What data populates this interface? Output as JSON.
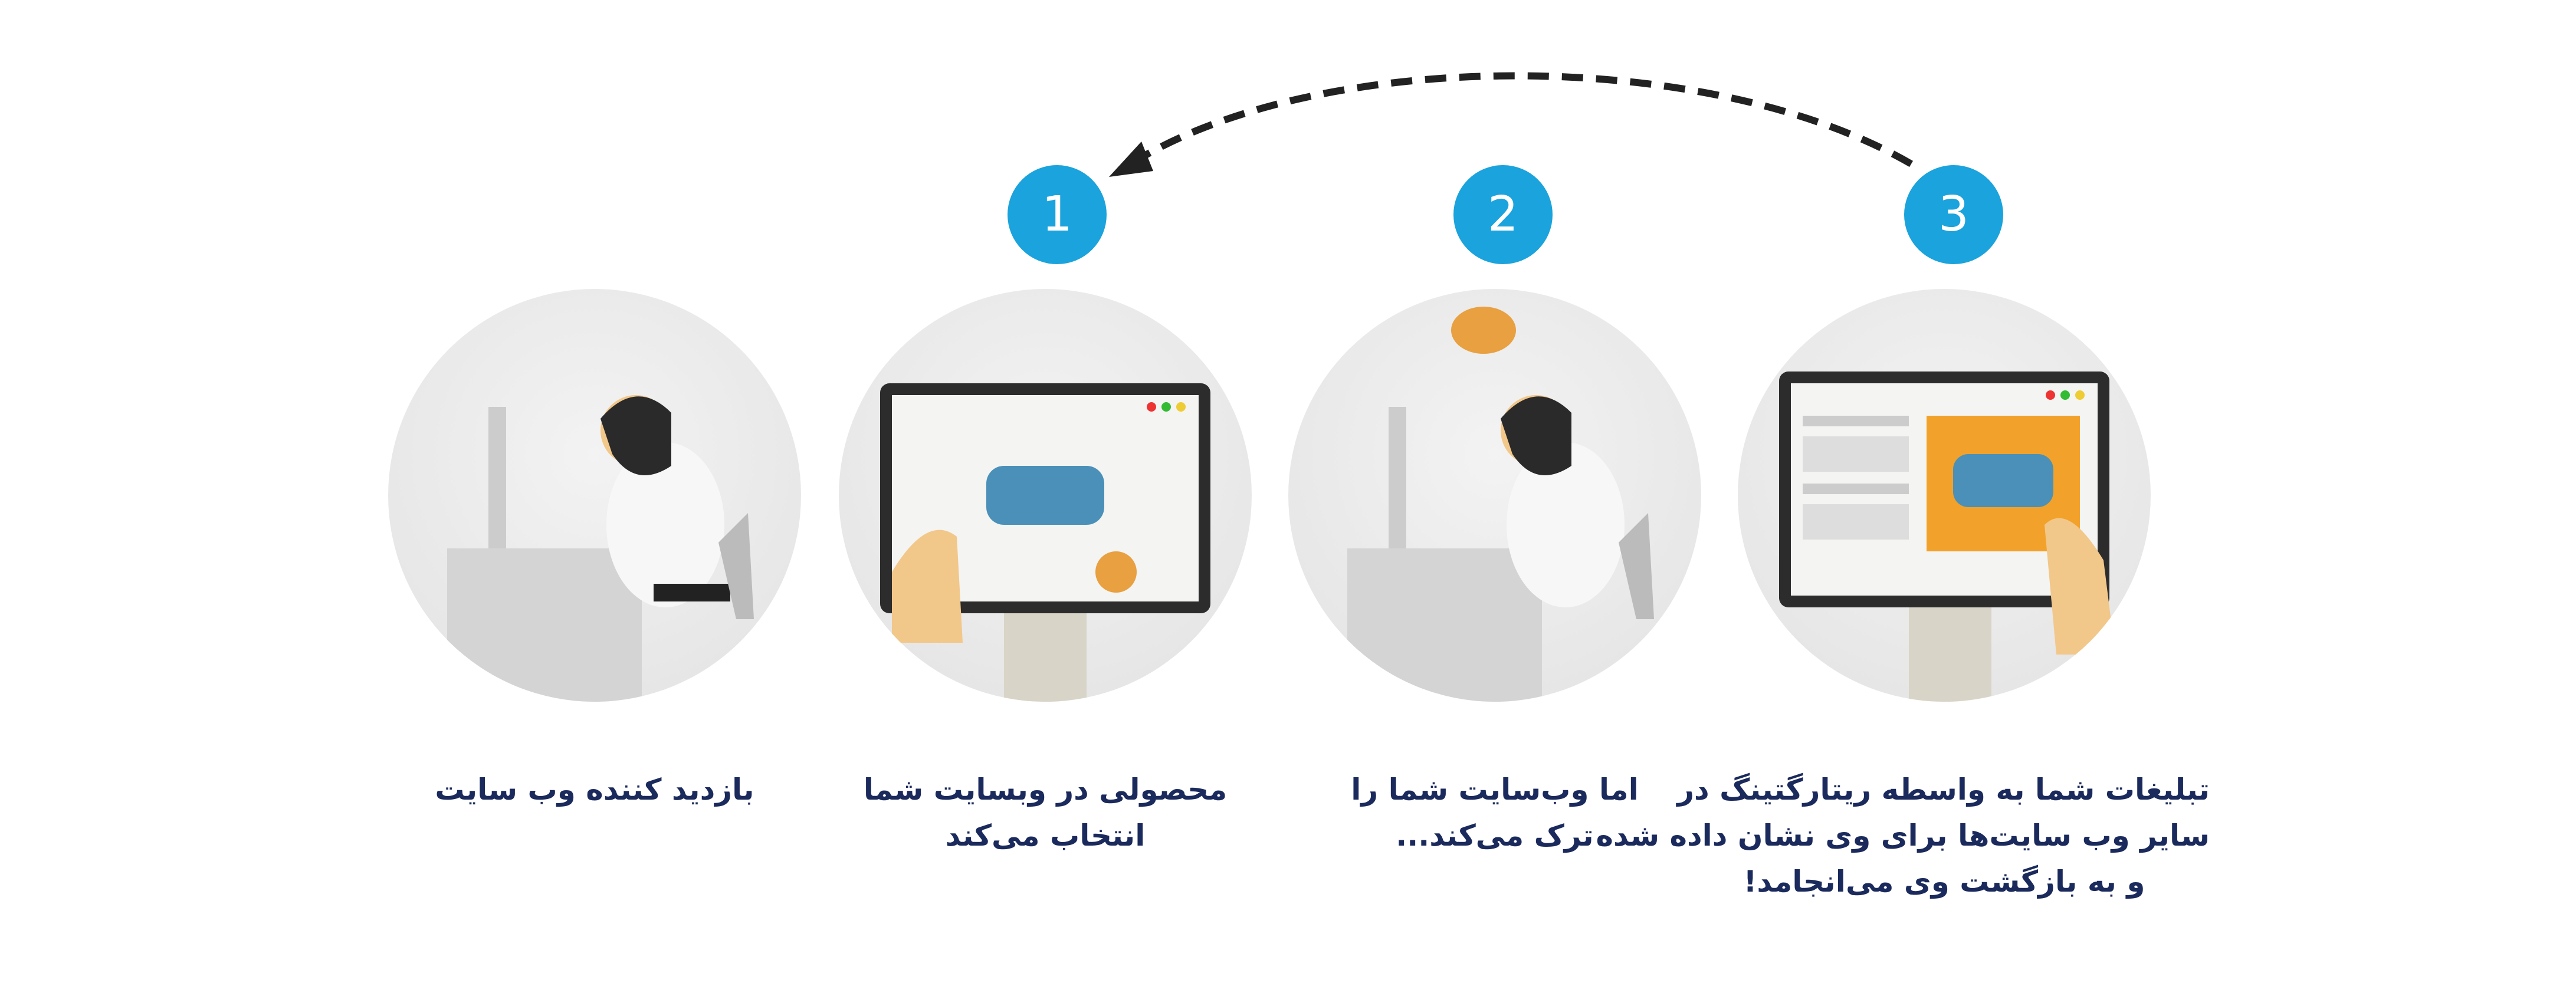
{
  "steps": [
    {
      "number": "",
      "caption": [
        "بازدید کننده وب سایت"
      ]
    },
    {
      "number": "1",
      "caption": [
        "محصولی در وبسایت شما",
        "انتخاب می‌کند"
      ]
    },
    {
      "number": "2",
      "caption": [
        "اما وب‌سایت شما را",
        "ترک می‌کند..."
      ]
    },
    {
      "number": "3",
      "caption": [
        "تبلیغات شما به واسطه ریتارگتینگ در",
        "سایر وب سایت‌ها برای وی نشان داده شده",
        "و به بازگشت وی می‌انجامد!"
      ]
    }
  ],
  "colors": {
    "badge": "#1aa3dc",
    "text": "#1b2a5c",
    "arrow": "#222222"
  }
}
